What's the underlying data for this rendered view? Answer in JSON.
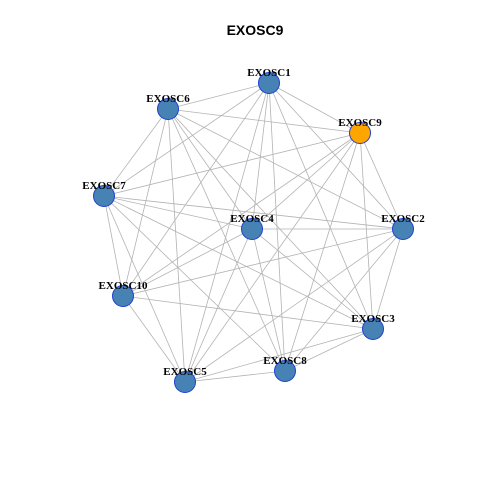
{
  "title": "EXOSC9",
  "colors": {
    "node": "#4682b4",
    "highlight": "#ffa500",
    "node_border": "#1f3fd0",
    "edge": "#b3b3b3"
  },
  "nodes": [
    {
      "id": "EXOSC1",
      "label": "EXOSC1",
      "highlight": false
    },
    {
      "id": "EXOSC6",
      "label": "EXOSC6",
      "highlight": false
    },
    {
      "id": "EXOSC9",
      "label": "EXOSC9",
      "highlight": true
    },
    {
      "id": "EXOSC7",
      "label": "EXOSC7",
      "highlight": false
    },
    {
      "id": "EXOSC4",
      "label": "EXOSC4",
      "highlight": false
    },
    {
      "id": "EXOSC2",
      "label": "EXOSC2",
      "highlight": false
    },
    {
      "id": "EXOSC10",
      "label": "EXOSC10",
      "highlight": false
    },
    {
      "id": "EXOSC3",
      "label": "EXOSC3",
      "highlight": false
    },
    {
      "id": "EXOSC8",
      "label": "EXOSC8",
      "highlight": false
    },
    {
      "id": "EXOSC5",
      "label": "EXOSC5",
      "highlight": false
    }
  ],
  "edges": [
    [
      "EXOSC1",
      "EXOSC6"
    ],
    [
      "EXOSC1",
      "EXOSC9"
    ],
    [
      "EXOSC1",
      "EXOSC7"
    ],
    [
      "EXOSC1",
      "EXOSC4"
    ],
    [
      "EXOSC1",
      "EXOSC2"
    ],
    [
      "EXOSC1",
      "EXOSC10"
    ],
    [
      "EXOSC1",
      "EXOSC3"
    ],
    [
      "EXOSC1",
      "EXOSC8"
    ],
    [
      "EXOSC1",
      "EXOSC5"
    ],
    [
      "EXOSC6",
      "EXOSC9"
    ],
    [
      "EXOSC6",
      "EXOSC7"
    ],
    [
      "EXOSC6",
      "EXOSC4"
    ],
    [
      "EXOSC6",
      "EXOSC2"
    ],
    [
      "EXOSC6",
      "EXOSC10"
    ],
    [
      "EXOSC6",
      "EXOSC3"
    ],
    [
      "EXOSC6",
      "EXOSC8"
    ],
    [
      "EXOSC6",
      "EXOSC5"
    ],
    [
      "EXOSC9",
      "EXOSC7"
    ],
    [
      "EXOSC9",
      "EXOSC4"
    ],
    [
      "EXOSC9",
      "EXOSC2"
    ],
    [
      "EXOSC9",
      "EXOSC10"
    ],
    [
      "EXOSC9",
      "EXOSC3"
    ],
    [
      "EXOSC9",
      "EXOSC8"
    ],
    [
      "EXOSC9",
      "EXOSC5"
    ],
    [
      "EXOSC7",
      "EXOSC4"
    ],
    [
      "EXOSC7",
      "EXOSC2"
    ],
    [
      "EXOSC7",
      "EXOSC10"
    ],
    [
      "EXOSC7",
      "EXOSC3"
    ],
    [
      "EXOSC7",
      "EXOSC8"
    ],
    [
      "EXOSC7",
      "EXOSC5"
    ],
    [
      "EXOSC4",
      "EXOSC2"
    ],
    [
      "EXOSC4",
      "EXOSC10"
    ],
    [
      "EXOSC4",
      "EXOSC3"
    ],
    [
      "EXOSC4",
      "EXOSC8"
    ],
    [
      "EXOSC4",
      "EXOSC5"
    ],
    [
      "EXOSC2",
      "EXOSC10"
    ],
    [
      "EXOSC2",
      "EXOSC3"
    ],
    [
      "EXOSC2",
      "EXOSC8"
    ],
    [
      "EXOSC2",
      "EXOSC5"
    ],
    [
      "EXOSC10",
      "EXOSC3"
    ],
    [
      "EXOSC10",
      "EXOSC5"
    ],
    [
      "EXOSC3",
      "EXOSC8"
    ],
    [
      "EXOSC3",
      "EXOSC5"
    ],
    [
      "EXOSC8",
      "EXOSC5"
    ]
  ]
}
